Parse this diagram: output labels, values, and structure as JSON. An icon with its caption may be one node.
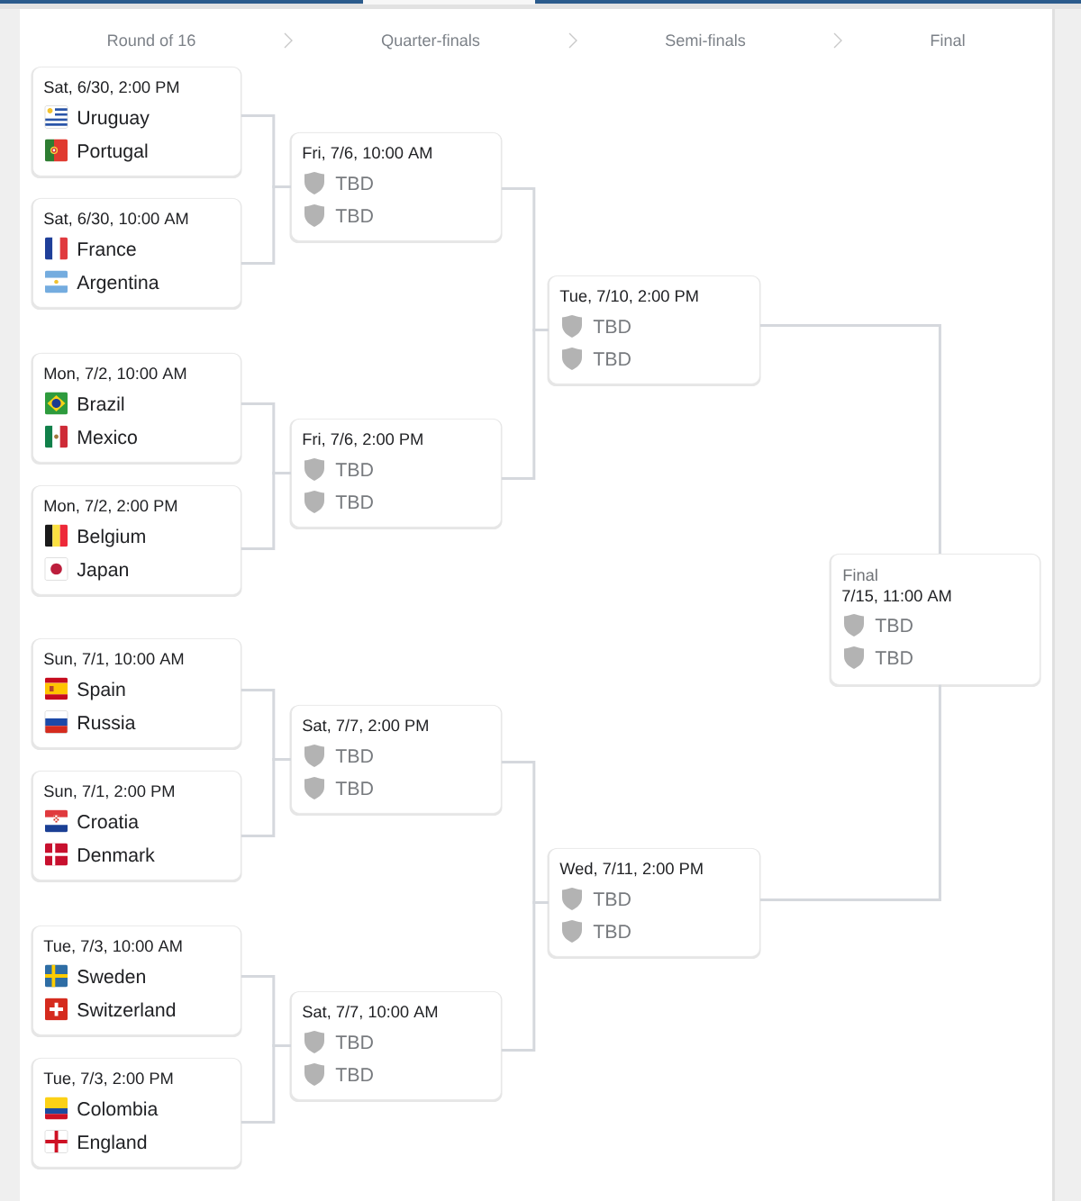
{
  "diagram": {
    "nodes": [
      {
        "text": [
          "Sat, 6/30, 2:00 PM",
          "Uruguay",
          "Portugal"
        ]
      },
      {
        "text": [
          "Sat, 6/30, 10:00 AM",
          "France",
          "Argentina"
        ]
      },
      {
        "text": [
          "Mon, 7/2, 10:00 AM",
          "Brazil",
          "Mexico"
        ]
      },
      {
        "text": [
          "Mon, 7/2, 2:00 PM",
          "Belgium",
          "Japan"
        ]
      },
      {
        "text": [
          "Sun, 7/1, 10:00 AM",
          "Spain",
          "Russia"
        ]
      },
      {
        "text": [
          "Sun, 7/1, 2:00 PM",
          "Croatia",
          "Denmark"
        ]
      },
      {
        "text": [
          "Tue, 7/3, 10:00 AM",
          "Sweden",
          "Switzerland"
        ]
      },
      {
        "text": [
          "Tue, 7/3, 2:00 PM",
          "Colombia",
          "England"
        ]
      },
      {
        "text": [
          "Fri, 7/6, 10:00 AM",
          "TBD",
          "TBD"
        ]
      },
      {
        "text": [
          "Fri, 7/6, 2:00 PM",
          "TBD",
          "TBD"
        ]
      },
      {
        "text": [
          "Sat, 7/7, 2:00 PM",
          "TBD",
          "TBD"
        ]
      },
      {
        "text": [
          "Sat, 7/7, 10:00 AM",
          "TBD",
          "TBD"
        ]
      },
      {
        "text": [
          "Tue, 7/10, 2:00 PM",
          "TBD",
          "TBD"
        ]
      },
      {
        "text": [
          "Wed, 7/11, 2:00 PM",
          "TBD",
          "TBD"
        ]
      },
      {
        "text": [
          "Final",
          "7/15, 11:00 AM",
          "TBD",
          "TBD"
        ]
      }
    ],
    "edges": [
      {
        "from": 0,
        "to": 8,
        "arrow": "none"
      },
      {
        "from": 1,
        "to": 8,
        "arrow": "none"
      },
      {
        "from": 2,
        "to": 9,
        "arrow": "none"
      },
      {
        "from": 3,
        "to": 9,
        "arrow": "none"
      },
      {
        "from": 4,
        "to": 10,
        "arrow": "none"
      },
      {
        "from": 5,
        "to": 10,
        "arrow": "none"
      },
      {
        "from": 6,
        "to": 11,
        "arrow": "none"
      },
      {
        "from": 7,
        "to": 11,
        "arrow": "none"
      },
      {
        "from": 8,
        "to": 12,
        "arrow": "none"
      },
      {
        "from": 9,
        "to": 12,
        "arrow": "none"
      },
      {
        "from": 10,
        "to": 13,
        "arrow": "none"
      },
      {
        "from": 11,
        "to": 13,
        "arrow": "none"
      },
      {
        "from": 12,
        "to": 14,
        "arrow": "none"
      },
      {
        "from": 13,
        "to": 14,
        "arrow": "none"
      }
    ],
    "labels": [
      "Round of 16",
      "Quarter-finals",
      "Semi-finals",
      "Final"
    ]
  }
}
